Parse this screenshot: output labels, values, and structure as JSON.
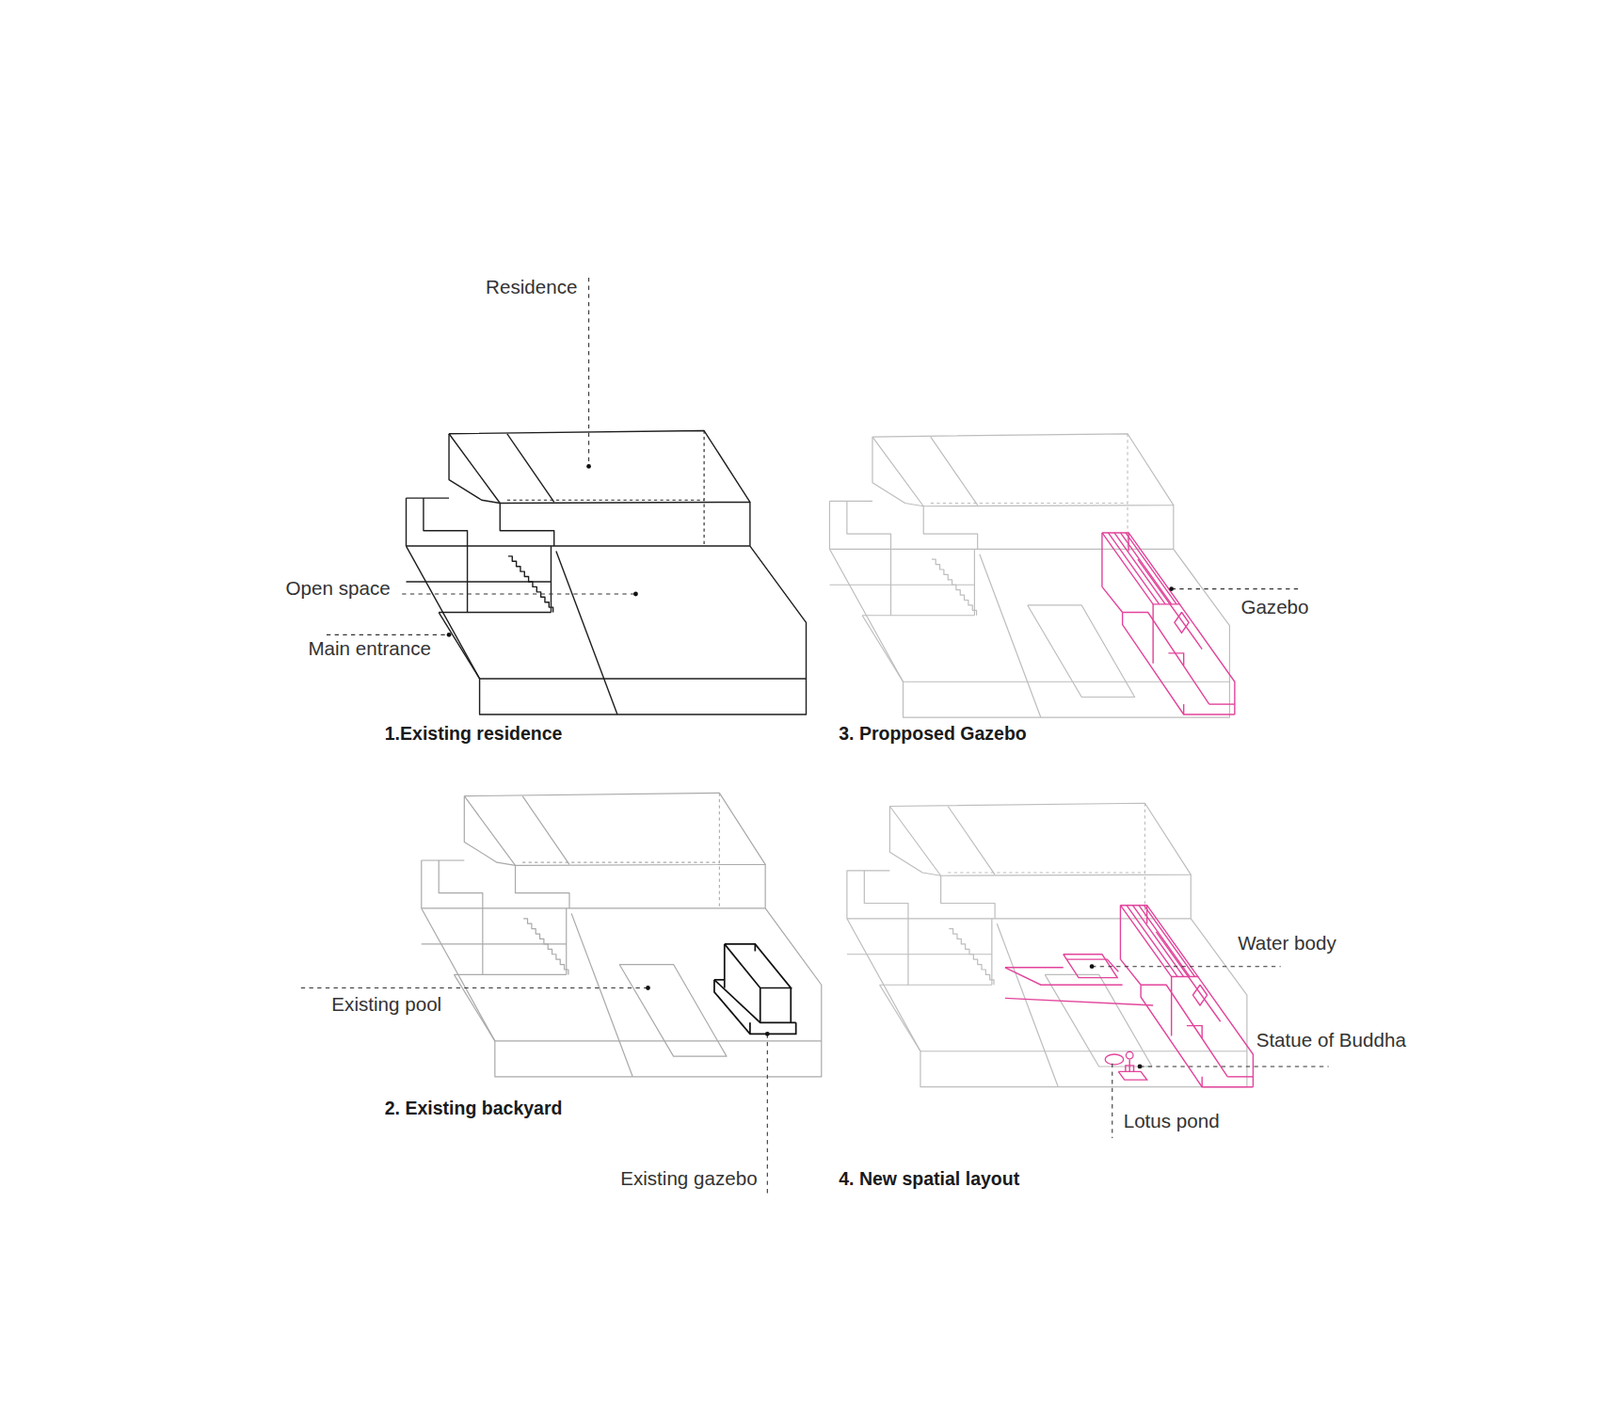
{
  "diagram": {
    "labels": [
      "Residence",
      "Open space",
      "Main entrance",
      "1.Existing residence",
      "Gazebo",
      "3. Propposed Gazebo",
      "Existing pool",
      "2. Existing backyard",
      "Existing gazebo",
      "Water body",
      "Statue of Buddha",
      "Lotus pond",
      "4. New spatial layout"
    ]
  }
}
